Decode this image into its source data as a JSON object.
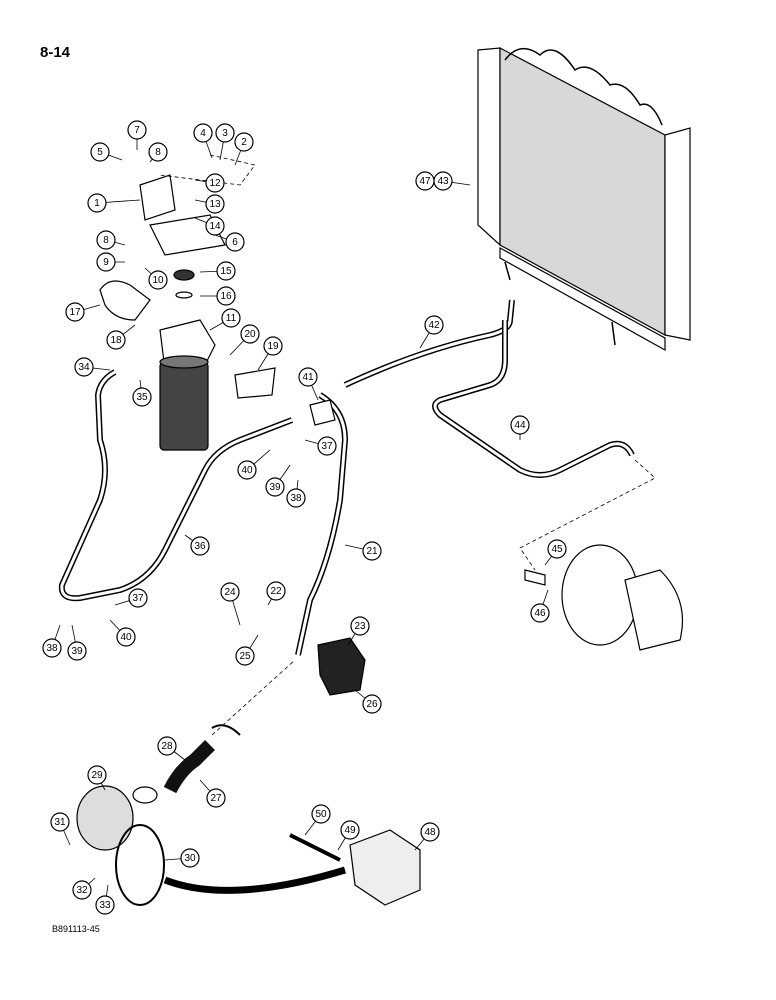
{
  "page_number": "8-14",
  "figure_code": "B891113-45",
  "callouts": [
    "1",
    "2",
    "3",
    "4",
    "5",
    "6",
    "7",
    "8",
    "9",
    "10",
    "11",
    "12",
    "13",
    "14",
    "15",
    "16",
    "17",
    "18",
    "19",
    "20",
    "21",
    "22",
    "23",
    "24",
    "25",
    "26",
    "27",
    "28",
    "29",
    "30",
    "31",
    "32",
    "33",
    "34",
    "35",
    "36",
    "37",
    "38",
    "39",
    "40",
    "41",
    "42",
    "43",
    "44",
    "45",
    "46",
    "47",
    "48",
    "49",
    "50"
  ]
}
